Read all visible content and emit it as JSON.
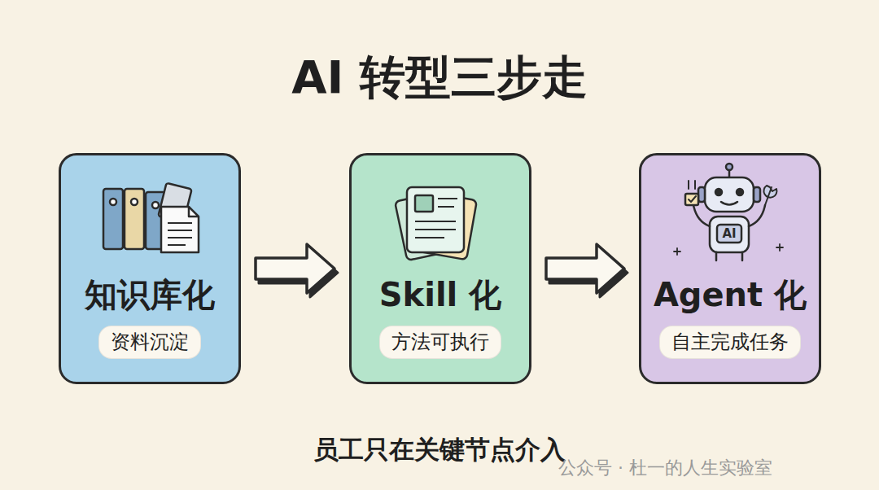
{
  "diagram": {
    "title": "AI 转型三步走",
    "caption": "员工只在关键节点介入",
    "nodes": [
      {
        "text": [
          "知识库化",
          "资料沉淀"
        ]
      },
      {
        "text": [
          "Skill 化",
          "方法可执行"
        ]
      },
      {
        "text": [
          "Agent 化",
          "自主完成任务"
        ]
      }
    ],
    "edges": [
      {
        "from": 0,
        "to": 1,
        "arrow": "to"
      },
      {
        "from": 1,
        "to": 2,
        "arrow": "to"
      }
    ],
    "labels": [
      "AI",
      "公众号 · 杜一的人生实验室"
    ]
  }
}
